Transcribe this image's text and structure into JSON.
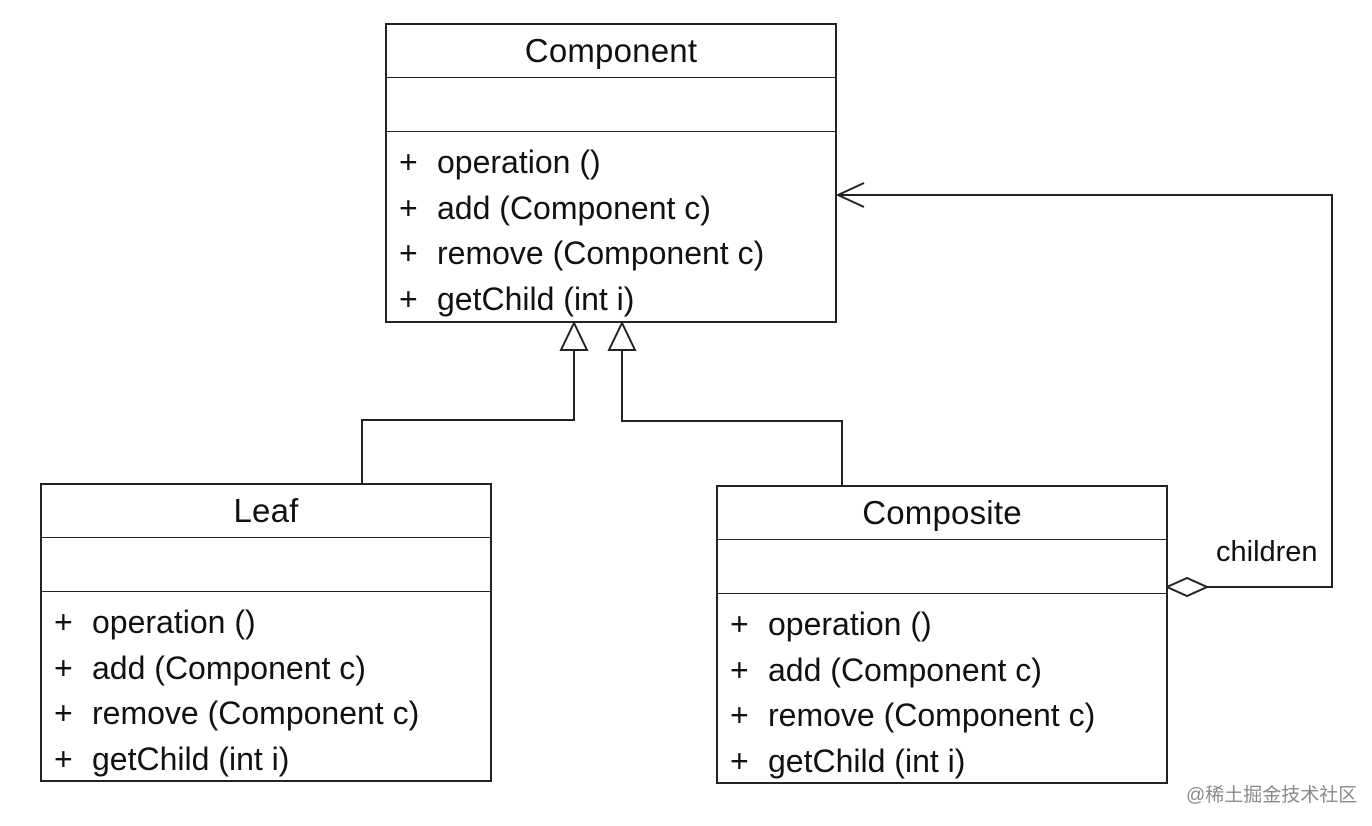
{
  "classes": {
    "component": {
      "name": "Component",
      "operations": [
        "operation ()",
        "add (Component c)",
        "remove (Component c)",
        "getChild (int i)"
      ]
    },
    "leaf": {
      "name": "Leaf",
      "operations": [
        "operation ()",
        "add (Component c)",
        "remove (Component c)",
        "getChild (int i)"
      ]
    },
    "composite": {
      "name": "Composite",
      "operations": [
        "operation ()",
        "add (Component c)",
        "remove (Component c)",
        "getChild (int i)"
      ]
    }
  },
  "visibility_symbol": "+",
  "relations": {
    "aggregation_label": "children"
  },
  "watermark": "@稀土掘金技术社区",
  "colors": {
    "line": "#222222",
    "background": "#ffffff",
    "watermark": "#8a8a8a"
  }
}
